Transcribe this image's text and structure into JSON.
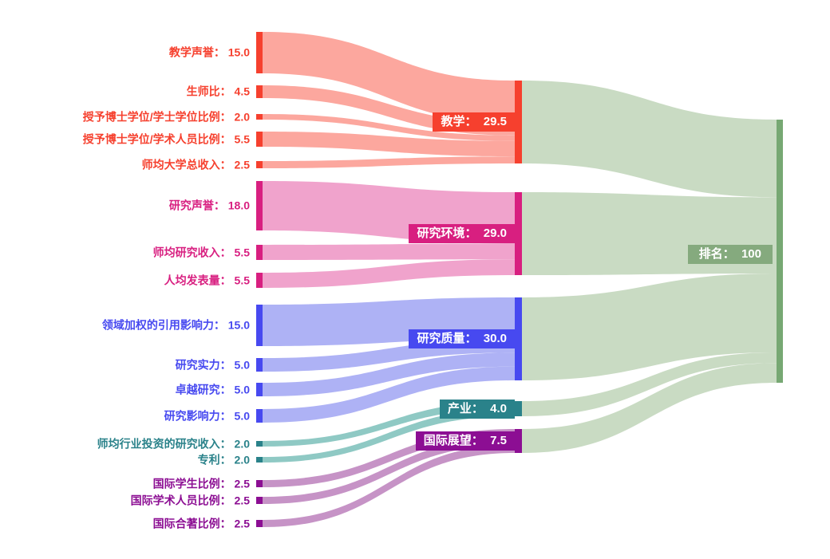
{
  "chart_data": {
    "type": "sankey",
    "title": "",
    "orientation": "horizontal",
    "total": 100,
    "label_separator": "： ",
    "groups": {
      "teaching": {
        "node": "#f6402e",
        "flow": "#fca79e"
      },
      "research-environment": {
        "node": "#d81f80",
        "flow": "#f0a3cc"
      },
      "research-quality": {
        "node": "#4749f0",
        "flow": "#aeb2f5"
      },
      "industry": {
        "node": "#2a828a",
        "flow": "#8fc9c4"
      },
      "international-outlook": {
        "node": "#8c0e93",
        "flow": "#c693c6"
      },
      "rank": {
        "node": "#77a873",
        "flow": "#c9dbc3",
        "badge": "#85aa7e"
      }
    },
    "nodes": [
      {
        "id": "teaching-reputation",
        "name": "教学声誉",
        "value": 15.0,
        "value_text": "15.0",
        "display": "教学声誉： 15.0",
        "group": "teaching",
        "column": "left"
      },
      {
        "id": "student-staff-ratio",
        "name": "生师比",
        "value": 4.5,
        "value_text": "4.5",
        "display": "生师比： 4.5",
        "group": "teaching",
        "column": "left"
      },
      {
        "id": "doctorate-bachelor-ratio",
        "name": "授予博士学位/学士学位比例",
        "value": 2.0,
        "value_text": "2.0",
        "display": "授予博士学位/学士学位比例： 2.0",
        "group": "teaching",
        "column": "left"
      },
      {
        "id": "doctorate-staff-ratio",
        "name": "授予博士学位/学术人员比例",
        "value": 5.5,
        "value_text": "5.5",
        "display": "授予博士学位/学术人员比例： 5.5",
        "group": "teaching",
        "column": "left"
      },
      {
        "id": "institutional-income",
        "name": "师均大学总收入",
        "value": 2.5,
        "value_text": "2.5",
        "display": "师均大学总收入： 2.5",
        "group": "teaching",
        "column": "left"
      },
      {
        "id": "research-reputation",
        "name": "研究声誉",
        "value": 18.0,
        "value_text": "18.0",
        "display": "研究声誉： 18.0",
        "group": "research-environment",
        "column": "left"
      },
      {
        "id": "research-income",
        "name": "师均研究收入",
        "value": 5.5,
        "value_text": "5.5",
        "display": "师均研究收入： 5.5",
        "group": "research-environment",
        "column": "left"
      },
      {
        "id": "publications-per-capita",
        "name": "人均发表量",
        "value": 5.5,
        "value_text": "5.5",
        "display": "人均发表量： 5.5",
        "group": "research-environment",
        "column": "left"
      },
      {
        "id": "field-weighted-citation-impact",
        "name": "领域加权的引用影响力",
        "value": 15.0,
        "value_text": "15.0",
        "display": "领域加权的引用影响力： 15.0",
        "group": "research-quality",
        "column": "left"
      },
      {
        "id": "research-strength",
        "name": "研究实力",
        "value": 5.0,
        "value_text": "5.0",
        "display": "研究实力： 5.0",
        "group": "research-quality",
        "column": "left"
      },
      {
        "id": "research-excellence",
        "name": "卓越研究",
        "value": 5.0,
        "value_text": "5.0",
        "display": "卓越研究： 5.0",
        "group": "research-quality",
        "column": "left"
      },
      {
        "id": "research-influence",
        "name": "研究影响力",
        "value": 5.0,
        "value_text": "5.0",
        "display": "研究影响力： 5.0",
        "group": "research-quality",
        "column": "left"
      },
      {
        "id": "industry-research-income",
        "name": "师均行业投资的研究收入",
        "value": 2.0,
        "value_text": "2.0",
        "display": "师均行业投资的研究收入： 2.0",
        "group": "industry",
        "column": "left"
      },
      {
        "id": "patents",
        "name": "专利",
        "value": 2.0,
        "value_text": "2.0",
        "display": "专利： 2.0",
        "group": "industry",
        "column": "left"
      },
      {
        "id": "international-students-ratio",
        "name": "国际学生比例",
        "value": 2.5,
        "value_text": "2.5",
        "display": "国际学生比例： 2.5",
        "group": "international-outlook",
        "column": "left"
      },
      {
        "id": "international-staff-ratio",
        "name": "国际学术人员比例",
        "value": 2.5,
        "value_text": "2.5",
        "display": "国际学术人员比例： 2.5",
        "group": "international-outlook",
        "column": "left"
      },
      {
        "id": "international-coauthorship-ratio",
        "name": "国际合著比例",
        "value": 2.5,
        "value_text": "2.5",
        "display": "国际合著比例： 2.5",
        "group": "international-outlook",
        "column": "left"
      },
      {
        "id": "teaching",
        "name": "教学",
        "value": 29.5,
        "value_text": "29.5",
        "display": "教学：  29.5",
        "group": "teaching",
        "column": "mid"
      },
      {
        "id": "research-environment",
        "name": "研究环境",
        "value": 29.0,
        "value_text": "29.0",
        "display": "研究环境：  29.0",
        "group": "research-environment",
        "column": "mid"
      },
      {
        "id": "research-quality",
        "name": "研究质量",
        "value": 30.0,
        "value_text": "30.0",
        "display": "研究质量：  30.0",
        "group": "research-quality",
        "column": "mid"
      },
      {
        "id": "industry",
        "name": "产业",
        "value": 4.0,
        "value_text": "4.0",
        "display": "产业：  4.0",
        "group": "industry",
        "column": "mid"
      },
      {
        "id": "international-outlook",
        "name": "国际展望",
        "value": 7.5,
        "value_text": "7.5",
        "display": "国际展望：  7.5",
        "group": "international-outlook",
        "column": "mid"
      },
      {
        "id": "rank",
        "name": "排名",
        "value": 100,
        "value_text": "100",
        "display": "排名：  100",
        "group": "rank",
        "column": "right"
      }
    ],
    "links": [
      {
        "source": "teaching-reputation",
        "target": "teaching",
        "value": 15.0
      },
      {
        "source": "student-staff-ratio",
        "target": "teaching",
        "value": 4.5
      },
      {
        "source": "doctorate-bachelor-ratio",
        "target": "teaching",
        "value": 2.0
      },
      {
        "source": "doctorate-staff-ratio",
        "target": "teaching",
        "value": 5.5
      },
      {
        "source": "institutional-income",
        "target": "teaching",
        "value": 2.5
      },
      {
        "source": "research-reputation",
        "target": "research-environment",
        "value": 18.0
      },
      {
        "source": "research-income",
        "target": "research-environment",
        "value": 5.5
      },
      {
        "source": "publications-per-capita",
        "target": "research-environment",
        "value": 5.5
      },
      {
        "source": "field-weighted-citation-impact",
        "target": "research-quality",
        "value": 15.0
      },
      {
        "source": "research-strength",
        "target": "research-quality",
        "value": 5.0
      },
      {
        "source": "research-excellence",
        "target": "research-quality",
        "value": 5.0
      },
      {
        "source": "research-influence",
        "target": "research-quality",
        "value": 5.0
      },
      {
        "source": "industry-research-income",
        "target": "industry",
        "value": 2.0
      },
      {
        "source": "patents",
        "target": "industry",
        "value": 2.0
      },
      {
        "source": "international-students-ratio",
        "target": "international-outlook",
        "value": 2.5
      },
      {
        "source": "international-staff-ratio",
        "target": "international-outlook",
        "value": 2.5
      },
      {
        "source": "international-coauthorship-ratio",
        "target": "international-outlook",
        "value": 2.5
      },
      {
        "source": "teaching",
        "target": "rank",
        "value": 29.5
      },
      {
        "source": "research-environment",
        "target": "rank",
        "value": 29.0
      },
      {
        "source": "research-quality",
        "target": "rank",
        "value": 30.0
      },
      {
        "source": "industry",
        "target": "rank",
        "value": 4.0
      },
      {
        "source": "international-outlook",
        "target": "rank",
        "value": 7.5
      }
    ]
  }
}
